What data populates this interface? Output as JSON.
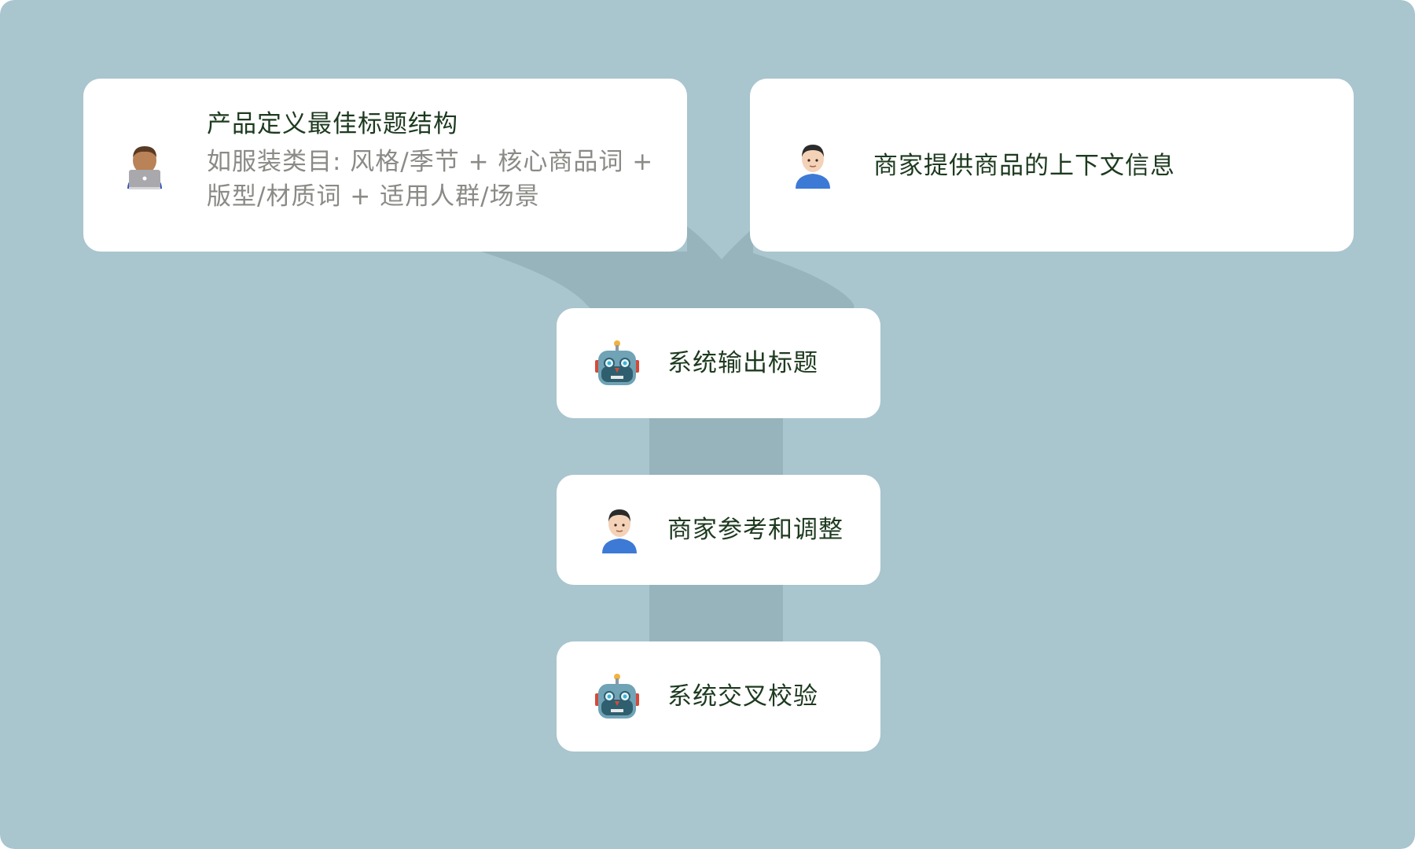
{
  "colors": {
    "background": "#a9c5ce",
    "connector": "#97b3bc",
    "card": "#ffffff",
    "title_text": "#1d3a1f",
    "sub_text": "#8a8a86"
  },
  "cards": {
    "product_definition": {
      "icon": "man-technologist-icon",
      "title": "产品定义最佳标题结构",
      "subtitle": "如服装类目: 风格/季节 + 核心商品词 + 版型/材质词 + 适用人群/场景"
    },
    "merchant_context": {
      "icon": "man-icon",
      "title": "商家提供商品的上下文信息"
    },
    "system_output": {
      "icon": "robot-icon",
      "title": "系统输出标题"
    },
    "merchant_adjust": {
      "icon": "man-icon",
      "title": "商家参考和调整"
    },
    "system_verify": {
      "icon": "robot-icon",
      "title": "系统交叉校验"
    }
  }
}
